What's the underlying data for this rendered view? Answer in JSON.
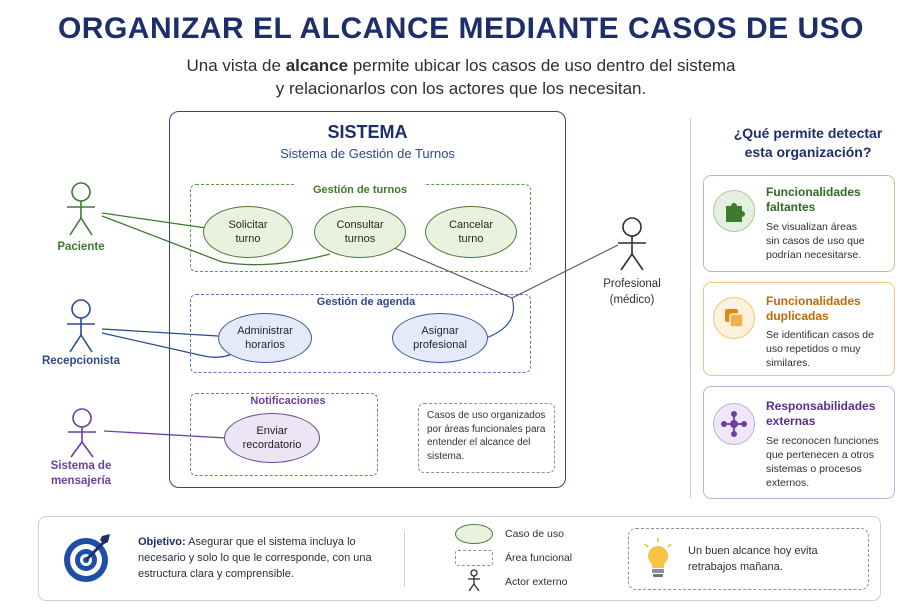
{
  "title": "ORGANIZAR EL ALCANCE MEDIANTE CASOS DE USO",
  "subtitle": {
    "pre": "Una vista de ",
    "bold": "alcance",
    "post": " permite ubicar los casos de uso dentro del sistema",
    "line2": "y relacionarlos con los actores que los necesitan."
  },
  "system": {
    "title": "SISTEMA",
    "subtitle": "Sistema de Gestión de Turnos"
  },
  "areas": {
    "turnos": "Gestión de turnos",
    "agenda": "Gestión de agenda",
    "notificaciones": "Notificaciones"
  },
  "use_cases": {
    "solicitar": [
      "Solicitar",
      "turno"
    ],
    "consultar": [
      "Consultar",
      "turnos"
    ],
    "cancelar": [
      "Cancelar",
      "turno"
    ],
    "administrar": [
      "Administrar",
      "horarios"
    ],
    "asignar": [
      "Asignar",
      "profesional"
    ],
    "enviar": [
      "Enviar",
      "recordatorio"
    ]
  },
  "actors": {
    "paciente": "Paciente",
    "recepcionista": "Recepcionista",
    "mensajeria": [
      "Sistema de",
      "mensajería"
    ],
    "profesional": [
      "Profesional",
      "(médico)"
    ]
  },
  "note": "Casos de uso organizados por áreas funcionales para entender el alcance del sistema.",
  "right_panel": {
    "title": [
      "¿Qué permite detectar",
      "esta organización?"
    ],
    "cards": [
      {
        "heading": [
          "Funcionalidades",
          "faltantes"
        ],
        "text": [
          "Se visualizan áreas",
          "sin casos de uso que",
          "podrían necesitarse."
        ],
        "icon": "puzzle-icon",
        "color": "#3f7a2e"
      },
      {
        "heading": [
          "Funcionalidades",
          "duplicadas"
        ],
        "text": [
          "Se identifican casos de",
          "uso repetidos o muy",
          "similares."
        ],
        "icon": "duplicate-icon",
        "color": "#e08a12"
      },
      {
        "heading": [
          "Responsabilidades",
          "externas"
        ],
        "text": [
          "Se reconocen funciones",
          "que pertenecen a otros",
          "sistemas o procesos",
          "externos."
        ],
        "icon": "network-icon",
        "color": "#6b3fa0"
      }
    ]
  },
  "bottom": {
    "objective_label": "Objetivo:",
    "objective_text": "Asegurar que el sistema incluya lo necesario y solo lo que le corresponde, con una estructura clara y comprensible.",
    "legend": {
      "use_case": "Caso de uso",
      "area": "Área funcional",
      "actor": "Actor externo"
    },
    "tip": "Un buen alcance hoy evita retrabajos mañana."
  },
  "colors": {
    "navy": "#1c2f6b",
    "green": "#3f7a2e",
    "blue": "#2c4a8c",
    "purple": "#6b3fa0",
    "orange": "#e08a12"
  }
}
